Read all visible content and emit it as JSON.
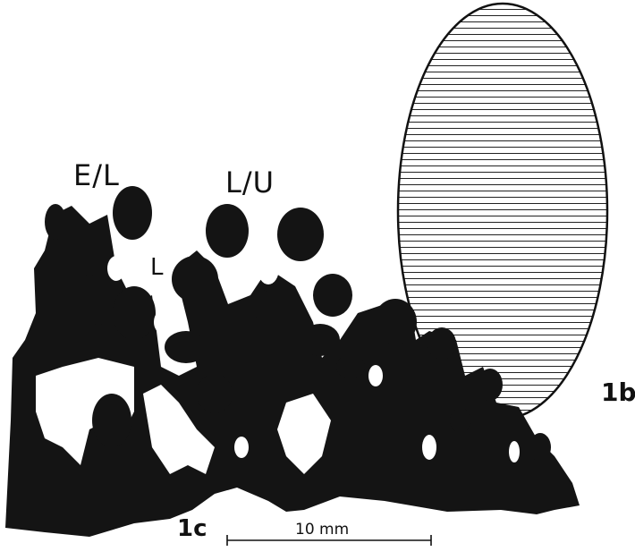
{
  "figure": {
    "labels": {
      "el": "E/L",
      "lu": "L/U",
      "l": "L",
      "panel_b": "1b",
      "panel_c": "1c"
    },
    "scale_bar": {
      "label": "10 mm"
    },
    "colors": {
      "ink": "#111111",
      "paper": "#ffffff"
    }
  }
}
